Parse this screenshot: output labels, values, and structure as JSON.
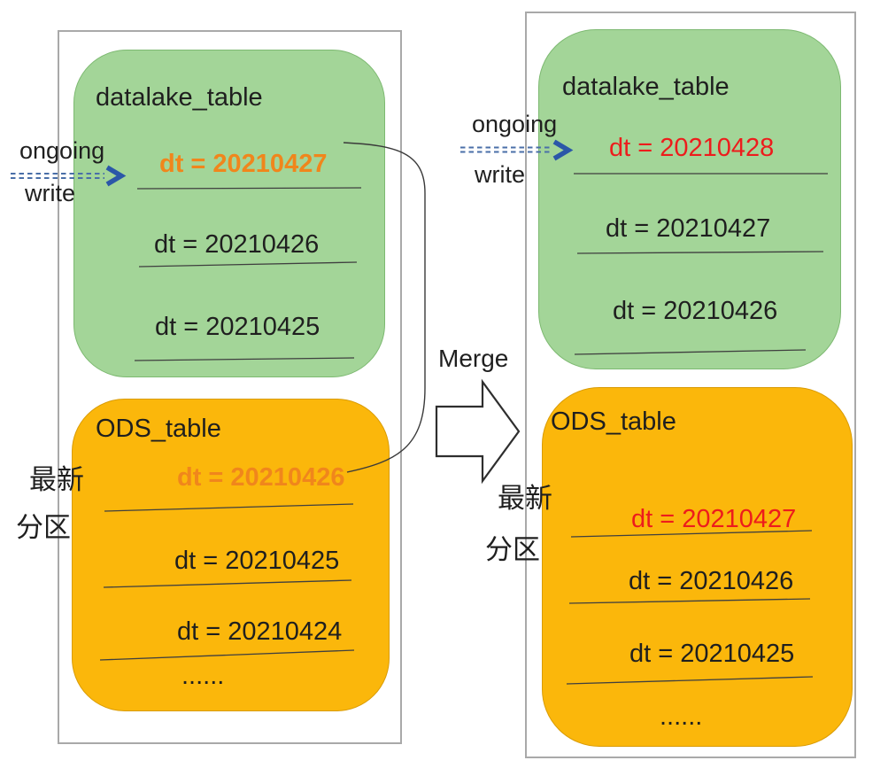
{
  "labels": {
    "merge": "Merge",
    "ongoing": "ongoing",
    "write": "write",
    "latest_line1": "最新",
    "latest_line2": "分区"
  },
  "left": {
    "datalake": {
      "title": "datalake_table",
      "partitions": [
        {
          "label": "dt = 20210427",
          "emphasis": "orange-bold"
        },
        {
          "label": "dt = 20210426",
          "emphasis": "none"
        },
        {
          "label": "dt = 20210425",
          "emphasis": "none"
        }
      ]
    },
    "ods": {
      "title": "ODS_table",
      "partitions": [
        {
          "label": "dt = 20210426",
          "emphasis": "orange-bold"
        },
        {
          "label": "dt = 20210425",
          "emphasis": "none"
        },
        {
          "label": "dt = 20210424",
          "emphasis": "none"
        }
      ],
      "ellipsis": "......"
    }
  },
  "right": {
    "datalake": {
      "title": "datalake_table",
      "partitions": [
        {
          "label": "dt = 20210428",
          "emphasis": "red"
        },
        {
          "label": "dt = 20210427",
          "emphasis": "none"
        },
        {
          "label": "dt = 20210426",
          "emphasis": "none"
        }
      ]
    },
    "ods": {
      "title": "ODS_table",
      "partitions": [
        {
          "label": "dt = 20210427",
          "emphasis": "red"
        },
        {
          "label": "dt = 20210426",
          "emphasis": "none"
        },
        {
          "label": "dt = 20210425",
          "emphasis": "none"
        }
      ],
      "ellipsis": "......"
    }
  },
  "colors": {
    "green_fill": "#a3d598",
    "orange_fill": "#fbb70b",
    "highlight_orange": "#f0861c",
    "highlight_red": "#ed1c1c",
    "arrow_blue": "#4a6fa8",
    "panel_border": "#a9a9a9"
  }
}
